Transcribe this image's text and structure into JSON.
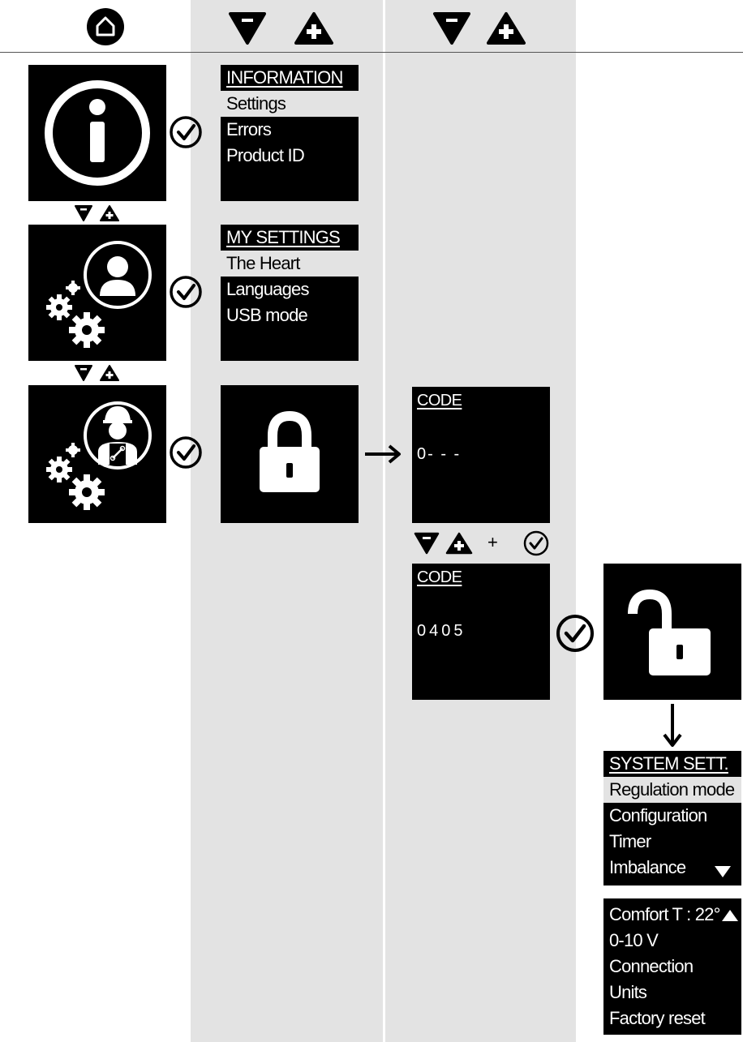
{
  "colors": {
    "screen": "#000000",
    "column_shade": "#e3e3e3",
    "highlight": "#e3e3e3",
    "text_on_screen": "#ffffff"
  },
  "header": {
    "col1_icon": "home-icon",
    "col2_icons": [
      "down-triangle-icon",
      "plus-triangle-icon"
    ],
    "col3_icons": [
      "down-triangle-icon",
      "plus-triangle-icon"
    ]
  },
  "info_menu": {
    "title": "INFORMATION",
    "items": [
      "Settings",
      "Errors",
      "Product ID"
    ],
    "selected_index": 0
  },
  "my_settings_menu": {
    "title": "MY SETTINGS",
    "items": [
      "The Heart",
      "Languages",
      "USB mode"
    ],
    "selected_index": 0
  },
  "code_screen_1": {
    "title": "CODE",
    "value": "0- - -"
  },
  "combo": {
    "plus": "+"
  },
  "code_screen_2": {
    "title": "CODE",
    "value": "0405"
  },
  "system_menu": {
    "title": "SYSTEM SETT.",
    "items": [
      "Regulation mode",
      "Configuration",
      "Timer",
      "Imbalance"
    ],
    "selected_index": 0
  },
  "system_menu_2": {
    "items": [
      "Comfort T : 22°",
      "0-10 V",
      "Connection",
      "Units",
      "Factory reset"
    ]
  }
}
